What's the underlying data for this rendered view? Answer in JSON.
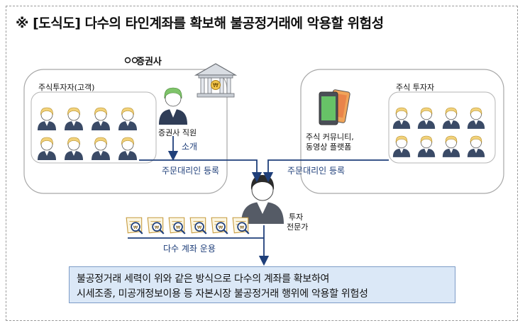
{
  "title": "※ [도식도] 다수의 타인계좌를 확보해 불공정거래에 악용할 위험성",
  "company": "증권사",
  "left_group_label": "주식투자자(고객)",
  "right_group_label": "주식 투자자",
  "staff_label": "증권사 직원",
  "intro_label": "소개",
  "left_register_label": "주문대리인 등록",
  "right_register_label": "주문대리인 등록",
  "community_label_1": "주식 커뮤니티,",
  "community_label_2": "동영상 플랫폼",
  "expert_label_1": "투자",
  "expert_label_2": "전문가",
  "accounts_label": "다수 계좌 운용",
  "summary_line_1": "불공정거래 세력이 위와 같은 방식으로 다수의 계좌를 확보하여",
  "summary_line_2": "시세조종, 미공개정보이용 등 자본시장 불공정거래 행위에 악용할 위험성",
  "colors": {
    "arrow": "#1f3f7a",
    "investor_hair": "#f2d27a",
    "investor_body": "#3a4a66",
    "summary_bg": "#dbe8f7"
  }
}
